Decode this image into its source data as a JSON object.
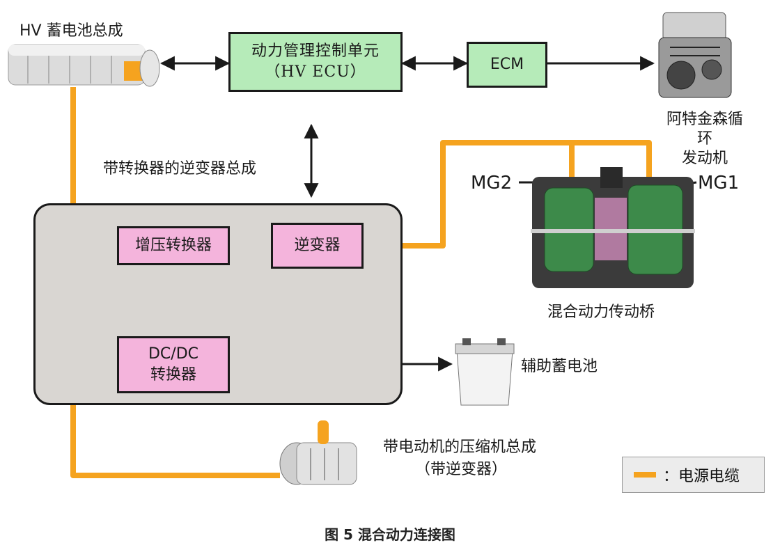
{
  "title": "图 5  混合动力连接图",
  "labels": {
    "hv_battery": "HV 蓄电池总成",
    "engine": "阿特金森循环\n发动机",
    "inverter_assembly": "带转换器的逆变器总成",
    "mg2": "MG2",
    "mg1": "MG1",
    "transaxle": "混合动力传动桥",
    "aux_battery": "辅助蓄电池",
    "compressor_line1": "带电动机的压缩机总成",
    "compressor_line2": "（带逆变器）"
  },
  "boxes": {
    "hv_ecu_line1": "动力管理控制单元",
    "hv_ecu_line2": "（HV ECU）",
    "ecm": "ECM",
    "boost_converter": "增压转换器",
    "inverter": "逆变器",
    "dcdc_line1": "DC/DC",
    "dcdc_line2": "转换器"
  },
  "legend": {
    "text": "：电源电缆"
  },
  "colors": {
    "power_cable": "#f5a31f",
    "ecu_box": "#b6ebb9",
    "component_box": "#f4b4dc",
    "panel": "#d9d6d2"
  }
}
